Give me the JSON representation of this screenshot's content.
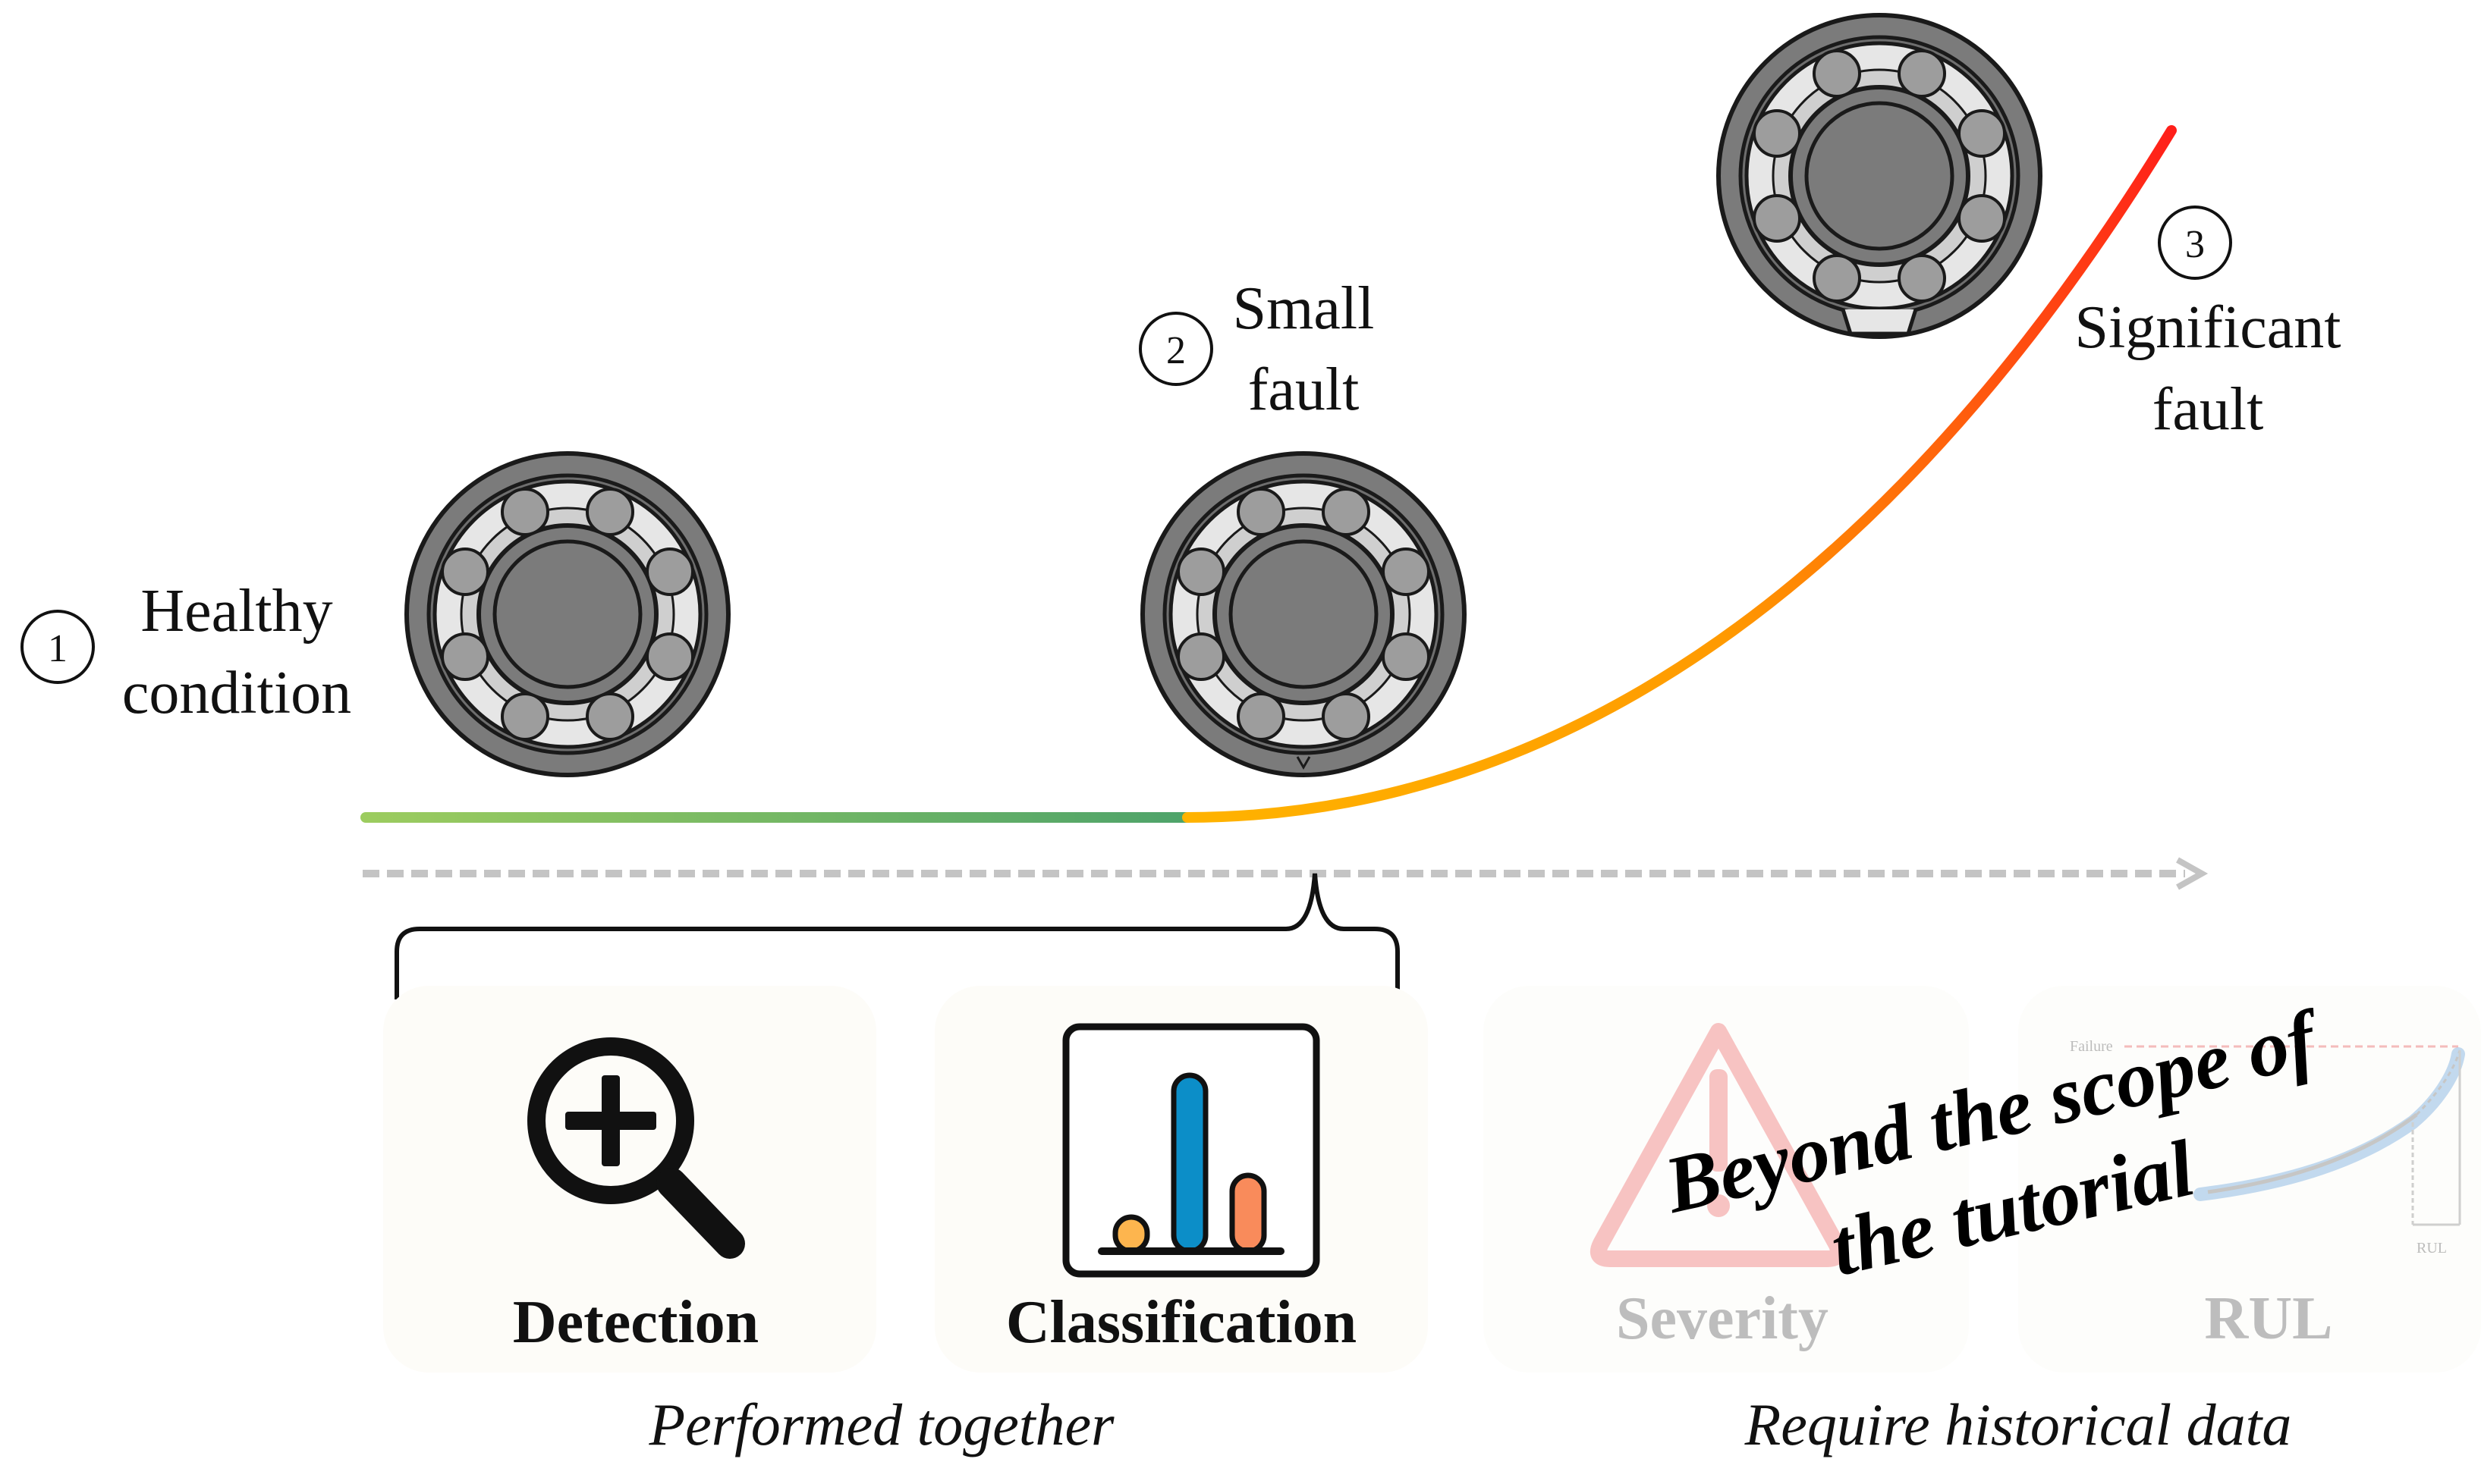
{
  "stages": [
    {
      "number": "1",
      "label_line1": "Healthy",
      "label_line2": "condition"
    },
    {
      "number": "2",
      "label_line1": "Small",
      "label_line2": "fault"
    },
    {
      "number": "3",
      "label_line1": "Significant",
      "label_line2": "fault"
    }
  ],
  "tasks": [
    {
      "label": "Detection",
      "icon": "magnifier-plus-icon",
      "in_scope": true
    },
    {
      "label": "Classification",
      "icon": "bar-chart-icon",
      "in_scope": true
    },
    {
      "label": "Severity",
      "icon": "warning-triangle-icon",
      "in_scope": false
    },
    {
      "label": "RUL",
      "icon": "rul-plot-icon",
      "in_scope": false
    }
  ],
  "group_captions": {
    "left": "Performed together",
    "right": "Require historical data"
  },
  "scope_note": {
    "line1": "Beyond the scope of",
    "line2": "the tutorial"
  },
  "rul_plot": {
    "failure_label": "Failure",
    "rul_label": "RUL"
  },
  "colors": {
    "healthy_start": "#9ccc5f",
    "healthy_end": "#4ea36a",
    "small_fault": "#ffb300",
    "significant_fault": "#ff2a1a",
    "bearing_gray": "#7b7b7b",
    "bar_orange": "#fdb54e",
    "bar_blue": "#0c8ec8",
    "bar_salmon": "#f98b5b"
  }
}
